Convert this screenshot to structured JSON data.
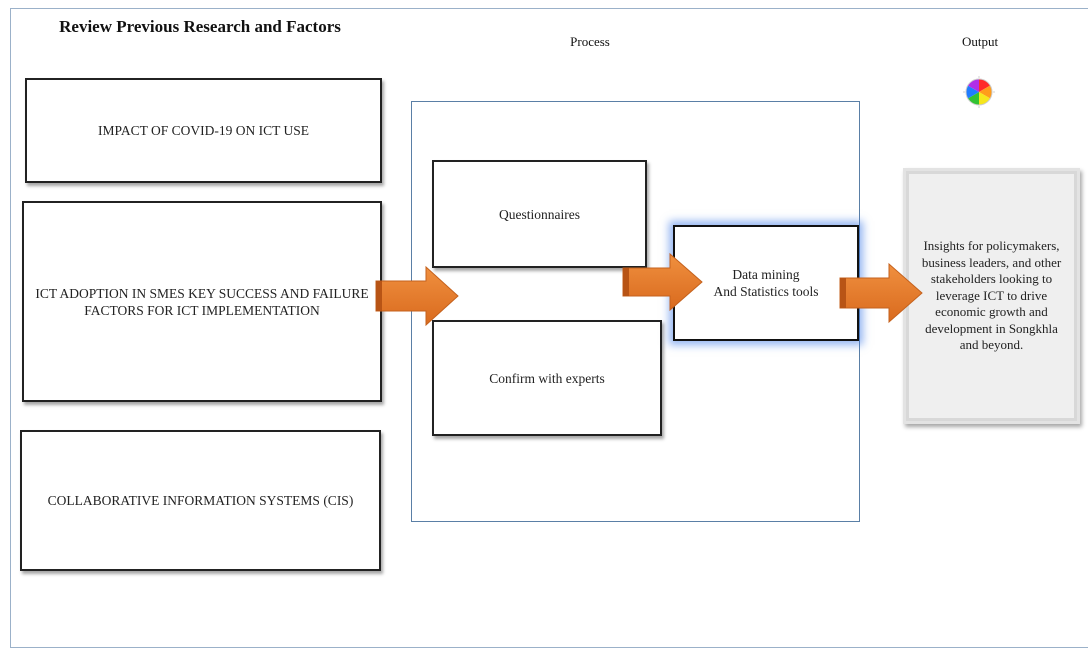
{
  "headings": {
    "review": "Review Previous Research and Factors",
    "process": "Process",
    "output": "Output"
  },
  "inputs": {
    "impact": "IMPACT OF COVID-19 ON ICT USE",
    "adoption": "ICT ADOPTION IN SMES KEY SUCCESS AND FAILURE FACTORS FOR ICT IMPLEMENTATION",
    "cis": "COLLABORATIVE INFORMATION SYSTEMS (CIS)"
  },
  "process": {
    "questionnaires": "Questionnaires",
    "confirm": "Confirm with experts",
    "data_mining_line1": "Data mining",
    "data_mining_line2": "And Statistics tools"
  },
  "output": {
    "insights": "Insights for policymakers, business leaders, and other stakeholders looking to leverage ICT to drive economic growth and development in Songkhla and beyond."
  },
  "colors": {
    "arrow": "#e8792c",
    "process_border": "#5a7fa6",
    "glow": "#3c78e6"
  },
  "icons": [
    "color-wheel-icon",
    "arrow-right-icon"
  ]
}
